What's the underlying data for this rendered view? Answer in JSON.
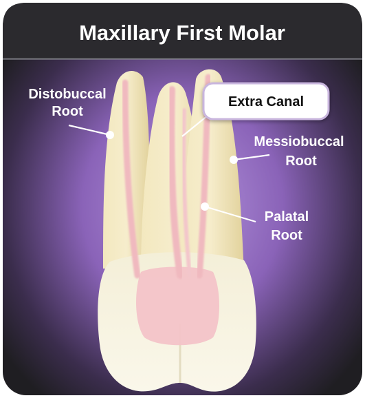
{
  "title": "Maxillary First Molar",
  "callout": "Extra Canal",
  "labels": {
    "distobuccal_line1": "Distobuccal",
    "distobuccal_line2": "Root",
    "messiobuccal_line1": "Messiobuccal",
    "messiobuccal_line2": "Root",
    "palatal_line1": "Palatal",
    "palatal_line2": "Root"
  },
  "colors": {
    "background_dark": "#1f1e22",
    "background_glow": "#8a63b8",
    "title_bar": "#2b2a2e",
    "title_text": "#ffffff",
    "label_text": "#ffffff",
    "callout_fill": "#ffffff",
    "callout_border": "#c9b6de",
    "callout_text": "#111111",
    "tooth_enamel": "#f5f1df",
    "tooth_root": "#eadcaa",
    "pulp": "#f3c3c8",
    "leader_line": "#ffffff"
  }
}
